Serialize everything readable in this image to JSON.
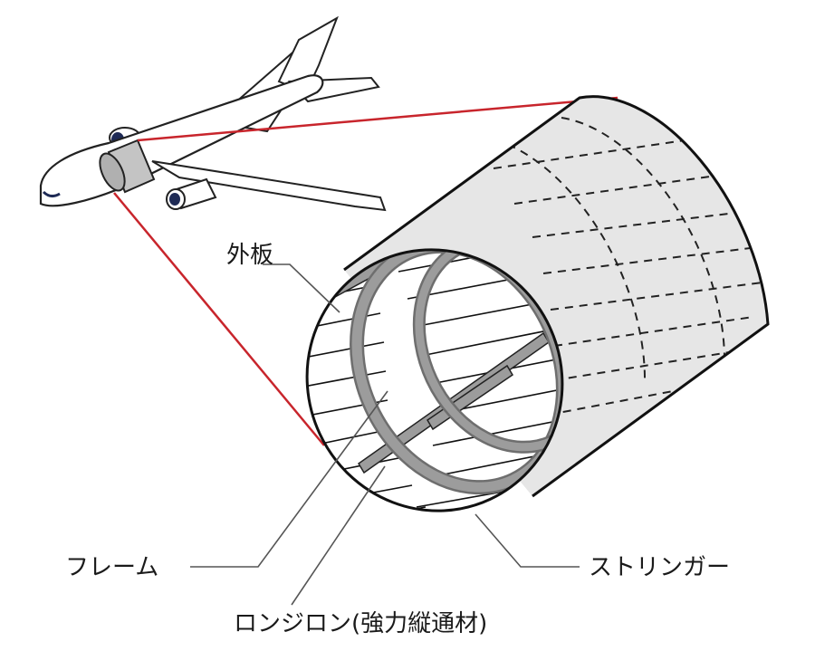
{
  "labels": {
    "skin": "外板",
    "frame": "フレーム",
    "stringer": "ストリンガー",
    "longeron": "ロンジロン(強力縦通材)"
  },
  "colors": {
    "leader_red": "#c8252c",
    "cylinder_fill": "#e6e6e6",
    "cylinder_stroke": "#111111",
    "frame_fill": "#9c9c9c",
    "frame_dark": "#6e6e6e",
    "plane_fill": "#ffffff",
    "plane_stroke": "#222222",
    "engine_fill": "#1e2a55",
    "section_fill": "#c4c4c4"
  }
}
